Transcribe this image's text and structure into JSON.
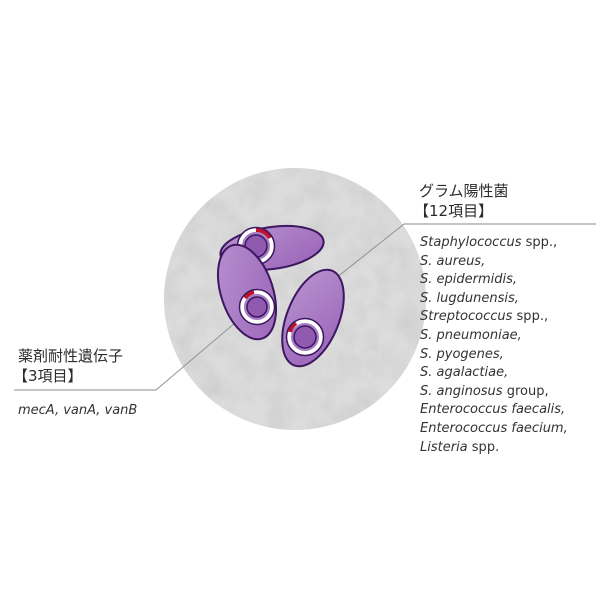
{
  "gram_positive": {
    "title": "グラム陽性菌",
    "count": "【12項目】",
    "species": [
      {
        "italic": "Staphylococcus",
        "plain": " spp.,"
      },
      {
        "italic": "S. aureus,",
        "plain": ""
      },
      {
        "italic": "S. epidermidis,",
        "plain": ""
      },
      {
        "italic": "S. lugdunensis,",
        "plain": ""
      },
      {
        "italic": "Streptococcus",
        "plain": " spp.,"
      },
      {
        "italic": "S. pneumoniae,",
        "plain": ""
      },
      {
        "italic": "S. pyogenes,",
        "plain": ""
      },
      {
        "italic": "S. agalactiae,",
        "plain": ""
      },
      {
        "italic": "S. anginosus",
        "plain": " group,"
      },
      {
        "italic": "Enterococcus faecalis,",
        "plain": ""
      },
      {
        "italic": "Enterococcus faecium,",
        "plain": ""
      },
      {
        "italic": "Listeria",
        "plain": " spp."
      }
    ]
  },
  "resistance_genes": {
    "title": "薬剤耐性遺伝子",
    "count": "【3項目】",
    "genes": "mecA, vanA, vanB"
  },
  "colors": {
    "disc": "#d9d9d9",
    "cell_fill": "#a978c4",
    "cell_outline": "#3d1760",
    "plasmid_red": "#c0122a",
    "leader_line": "#888888"
  }
}
